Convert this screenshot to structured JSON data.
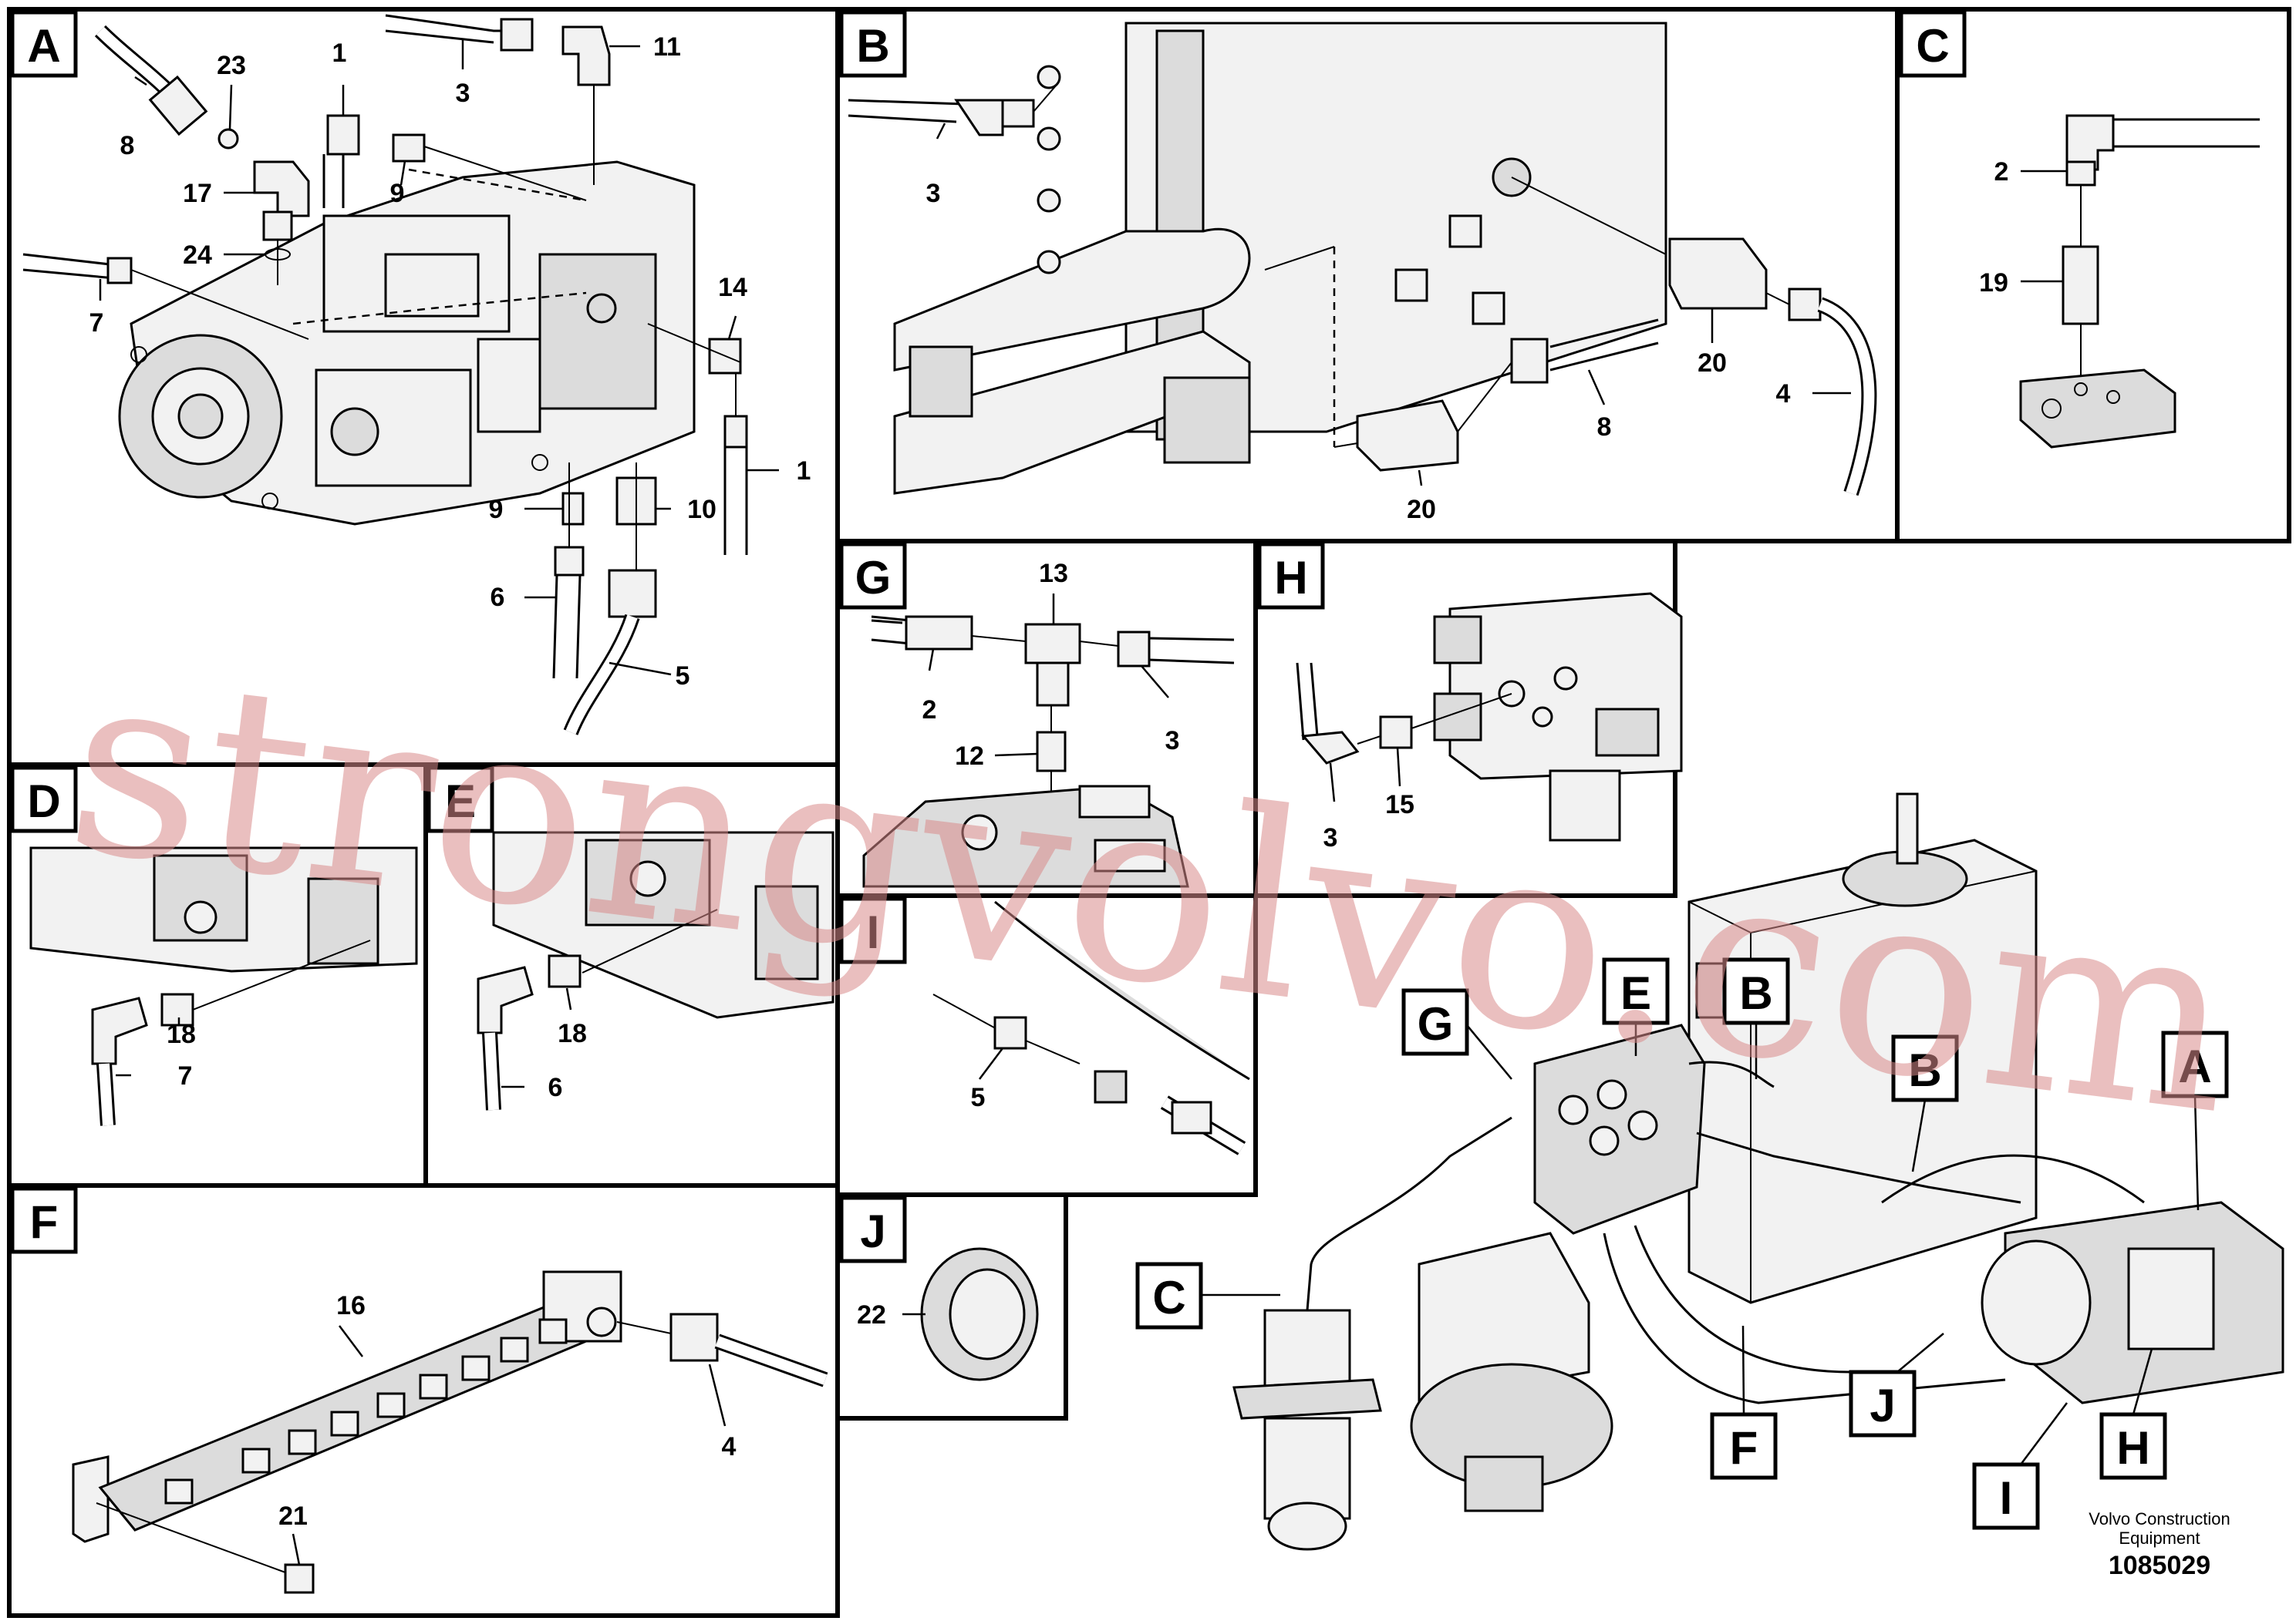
{
  "panels": [
    {
      "id": "A",
      "label": "A",
      "callouts": [
        "1",
        "1",
        "3",
        "5",
        "6",
        "7",
        "8",
        "9",
        "9",
        "10",
        "11",
        "14",
        "17",
        "23",
        "24"
      ]
    },
    {
      "id": "B",
      "label": "B",
      "callouts": [
        "3",
        "4",
        "8",
        "20",
        "20"
      ]
    },
    {
      "id": "C",
      "label": "C",
      "callouts": [
        "2",
        "19"
      ]
    },
    {
      "id": "D",
      "label": "D",
      "callouts": [
        "7",
        "18"
      ]
    },
    {
      "id": "E",
      "label": "E",
      "callouts": [
        "6",
        "18"
      ]
    },
    {
      "id": "F",
      "label": "F",
      "callouts": [
        "4",
        "16",
        "21"
      ]
    },
    {
      "id": "G",
      "label": "G",
      "callouts": [
        "2",
        "3",
        "12",
        "13"
      ]
    },
    {
      "id": "H",
      "label": "H",
      "callouts": [
        "3",
        "15"
      ]
    },
    {
      "id": "I",
      "label": "I",
      "callouts": [
        "5"
      ]
    },
    {
      "id": "J",
      "label": "J",
      "callouts": [
        "22"
      ]
    }
  ],
  "overview": {
    "labels": [
      "A",
      "B",
      "B",
      "C",
      "E",
      "F",
      "G",
      "H",
      "I",
      "J"
    ]
  },
  "watermark": "strongvolvo.com",
  "footer": {
    "company_line1": "Volvo Construction",
    "company_line2": "Equipment",
    "drawing_number": "1085029"
  }
}
